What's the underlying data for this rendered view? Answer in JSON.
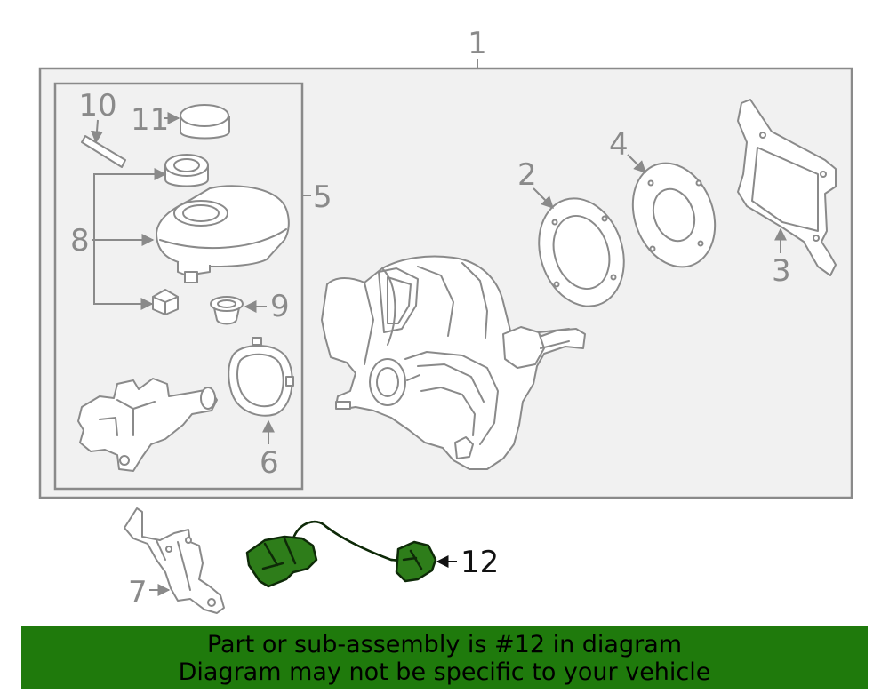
{
  "callouts": {
    "c1": "1",
    "c2": "2",
    "c3": "3",
    "c4": "4",
    "c5": "5",
    "c6": "6",
    "c7": "7",
    "c8": "8",
    "c9": "9",
    "c10": "10",
    "c11": "11",
    "c12": "12"
  },
  "highlighted_part": "12",
  "colors": {
    "background": "#ffffff",
    "diagram_line": "#8a8a8a",
    "highlight_fill": "#2e7d1a",
    "banner_background": "#1f7a0c",
    "banner_text": "#000000"
  },
  "banner": {
    "line1": "Part or sub-assembly is #12 in diagram",
    "line2": "Diagram may not be specific to your vehicle"
  }
}
